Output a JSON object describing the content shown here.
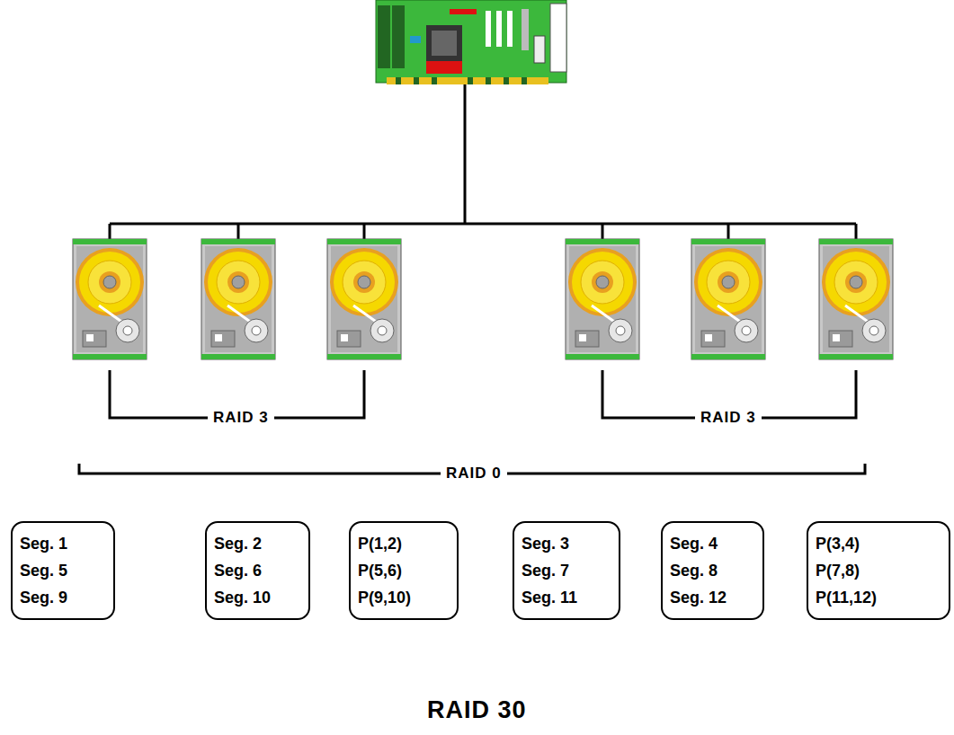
{
  "diagram": {
    "title": "RAID 30",
    "nodes": [
      {
        "text": [
          "Seg. 1",
          "Seg. 5",
          "Seg. 9"
        ]
      },
      {
        "text": [
          "Seg. 2",
          "Seg. 6",
          "Seg. 10"
        ]
      },
      {
        "text": [
          "P(1,2)",
          "P(5,6)",
          "P(9,10)"
        ]
      },
      {
        "text": [
          "Seg. 3",
          "Seg. 7",
          "Seg. 11"
        ]
      },
      {
        "text": [
          "Seg. 4",
          "Seg. 8",
          "Seg. 12"
        ]
      },
      {
        "text": [
          "P(3,4)",
          "P(7,8)",
          "P(11,12)"
        ]
      }
    ],
    "labels": [
      "RAID 3",
      "RAID 3",
      "RAID 0"
    ]
  }
}
